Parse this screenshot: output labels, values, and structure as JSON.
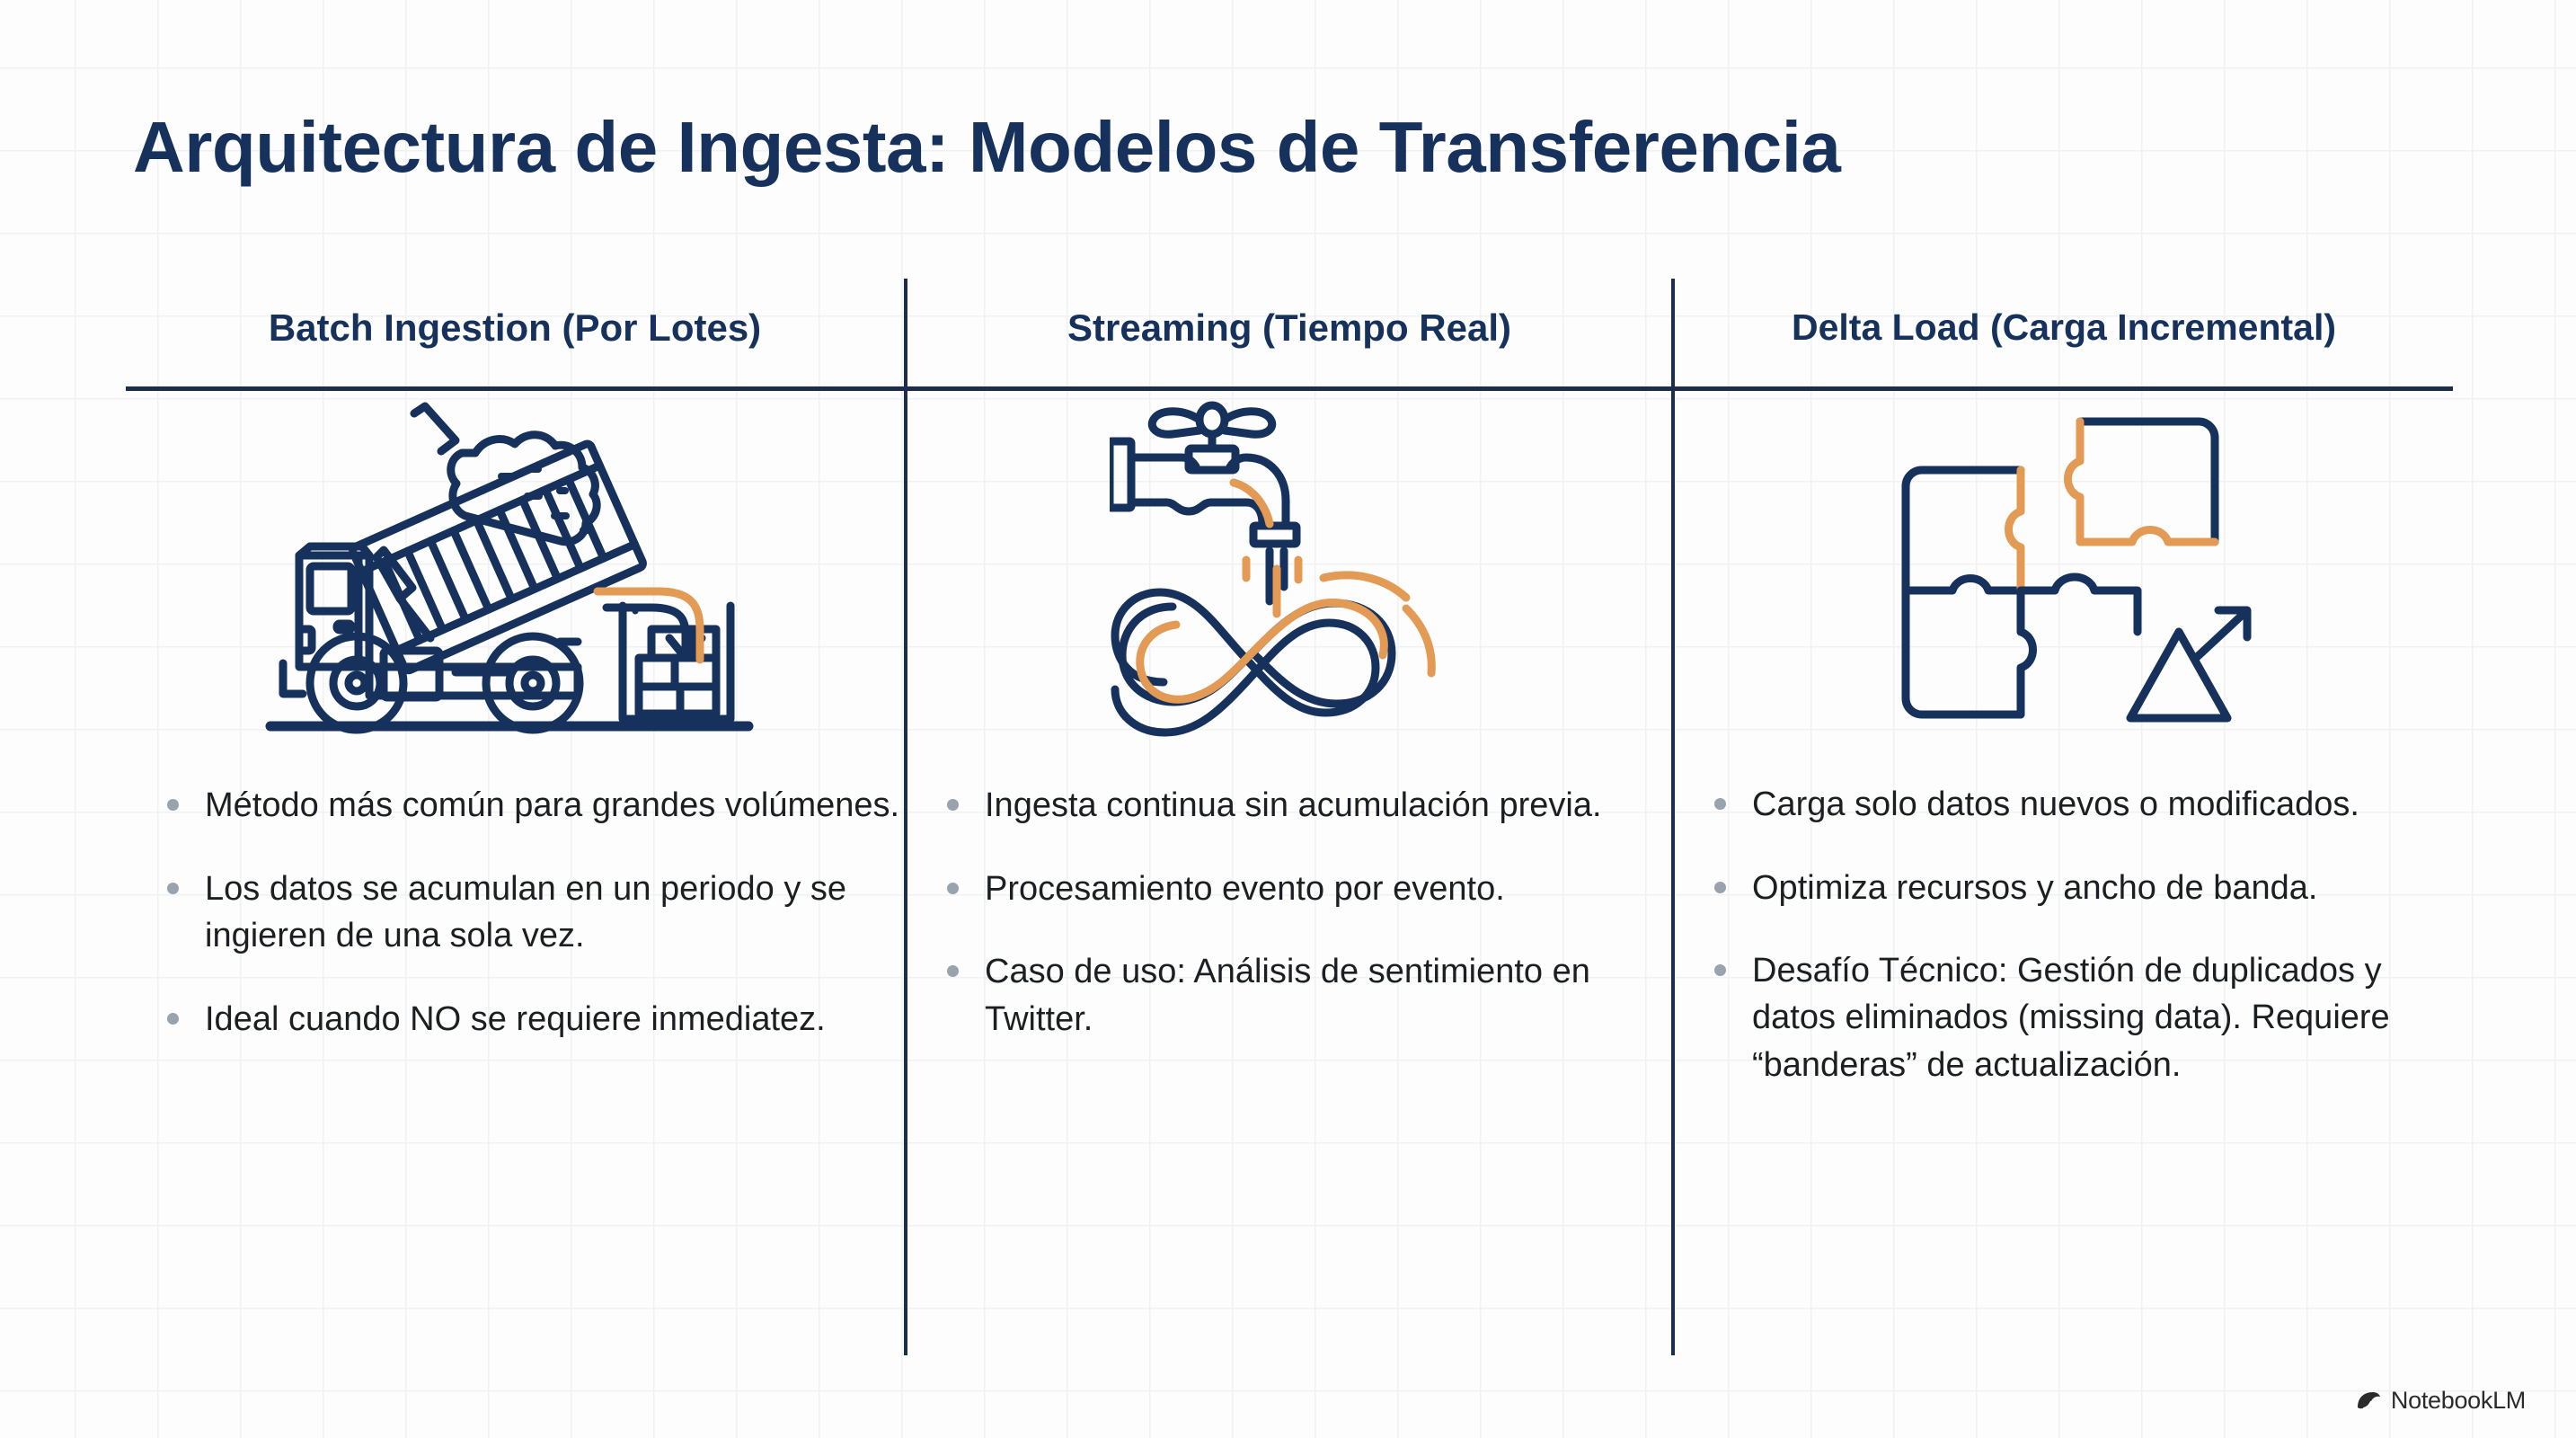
{
  "title": "Arquitectura de Ingesta: Modelos de Transferencia",
  "colors": {
    "navy": "#16325c",
    "ink": "#1d2e4a",
    "orange": "#e29a54",
    "bullet": "#98a3ae",
    "text": "#1c1f22",
    "grid": "#f0f1f3"
  },
  "columns": [
    {
      "heading": "Batch Ingestion (Por Lotes)",
      "icon": "dump-truck-icon",
      "bullets": [
        "Método más común para grandes volúmenes.",
        "Los datos se acumulan en un periodo y se ingieren de una sola vez.",
        "Ideal cuando NO se requiere inmediatez."
      ]
    },
    {
      "heading": "Streaming (Tiempo Real)",
      "icon": "faucet-infinity-icon",
      "bullets": [
        "Ingesta continua sin acumulación previa.",
        "Procesamiento evento por evento.",
        "Caso de uso: Análisis de sentimiento en Twitter."
      ]
    },
    {
      "heading": "Delta Load (Carga Incremental)",
      "icon": "puzzle-delta-icon",
      "bullets": [
        "Carga solo datos nuevos o modificados.",
        "Optimiza recursos y ancho de banda.",
        "Desafío Técnico: Gestión de duplicados y datos eliminados (missing data). Requiere “banderas” de actualización."
      ]
    }
  ],
  "watermark": {
    "label": "NotebookLM",
    "icon": "notebooklm-logo-icon"
  }
}
